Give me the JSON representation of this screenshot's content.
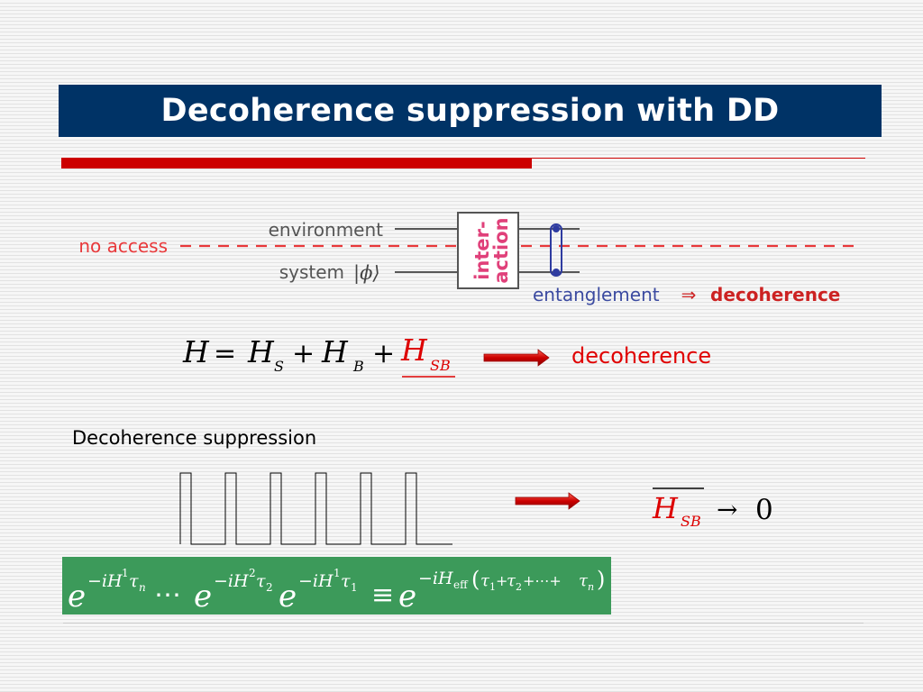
{
  "slide": {
    "title": "Decoherence suppression with DD",
    "colors": {
      "title_bg": "#003366",
      "accent_red": "#cc0000",
      "box_green": "#3c9a5a"
    }
  },
  "diagram": {
    "no_access": "no access",
    "environment": "environment",
    "system": "system",
    "system_state": "|ϕ⟩",
    "interaction_line1": "inter-",
    "interaction_line2": "action",
    "entanglement": "entanglement",
    "implies": "⇒",
    "decoherence": "decoherence"
  },
  "hamiltonian": {
    "H": "H",
    "equals": "=",
    "plus": "+",
    "sub_S": "S",
    "sub_B": "B",
    "sub_SB": "SB",
    "result_label": "decoherence"
  },
  "suppression": {
    "label": "Decoherence suppression",
    "result_H": "H",
    "result_sub": "SB",
    "arrow": "→",
    "zero": "0"
  },
  "formula": {
    "e": "e",
    "exp_minus_iH": "−iH",
    "sup1": "1",
    "sup2": "2",
    "tau": "τ",
    "sub_n": "n",
    "sub_1": "1",
    "sub_2": "2",
    "dots": "⋯",
    "equiv": "≡",
    "eff": "eff",
    "sum_expr_open": "(",
    "sum_expr_close": ")",
    "plus_dots_plus": "+⋯+",
    "plus": "+"
  }
}
